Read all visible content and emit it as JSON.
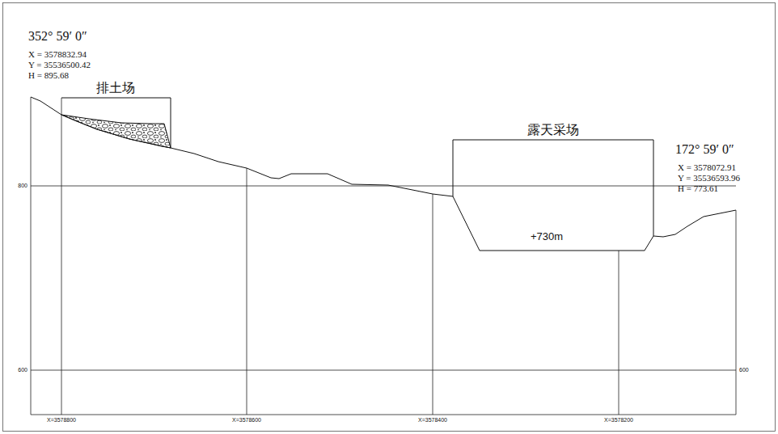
{
  "diagram": {
    "labels": [
      "352° 59′ 0″",
      "X = 3578832.94",
      "Y = 35536500.42",
      "H = 895.68",
      "排土场",
      "露天采场",
      "+730m",
      "172° 59′ 0″",
      "X = 3578072.91",
      "Y = 35536593.96",
      "H = 773.61",
      "800",
      "600",
      "600",
      "X=3578800",
      "X=3578600",
      "X=3578400",
      "X=3578200"
    ]
  }
}
